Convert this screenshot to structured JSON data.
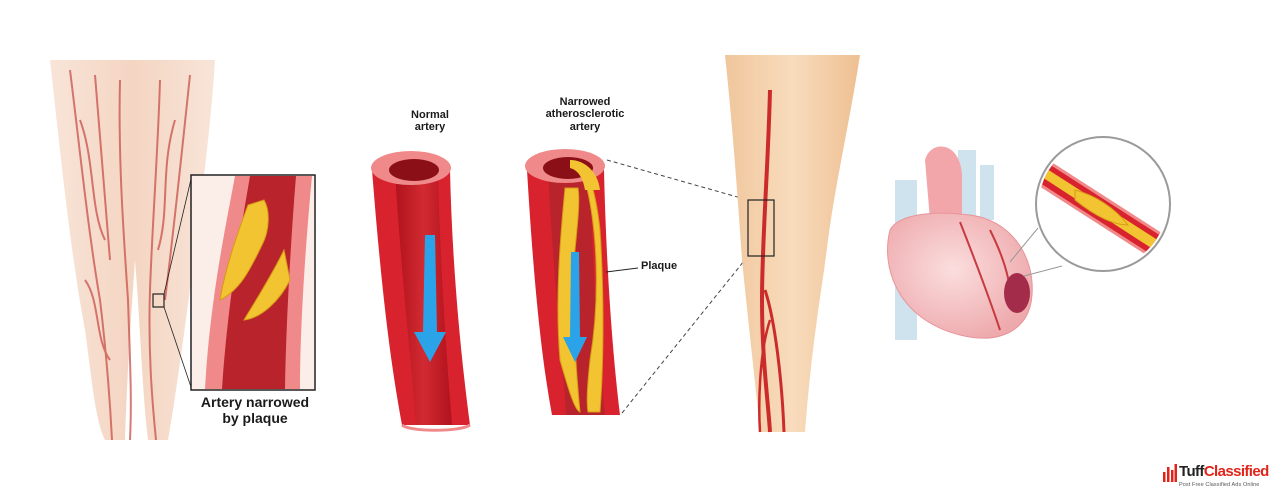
{
  "labels": {
    "normal_artery": "Normal artery",
    "narrowed_artery": "Narrowed atherosclerotic artery",
    "plaque": "Plaque",
    "caption": "Artery narrowed by plaque"
  },
  "watermark": {
    "name_part1": "Tuff",
    "name_part2": "Classified",
    "tagline": "Post Free Classified Ads Online"
  },
  "colors": {
    "artery_red": "#d8232f",
    "artery_wall": "#f08a8a",
    "plaque_yellow": "#f2c431",
    "blood_flow_arrow": "#2aa3e8",
    "skin": "#f1c9a0",
    "leg_skin": "#f6d3b0",
    "heart_pink": "#f7c6c6",
    "brand_red": "#e2231a"
  },
  "icons": [
    "flow-arrow-icon",
    "logo-bars-icon"
  ]
}
